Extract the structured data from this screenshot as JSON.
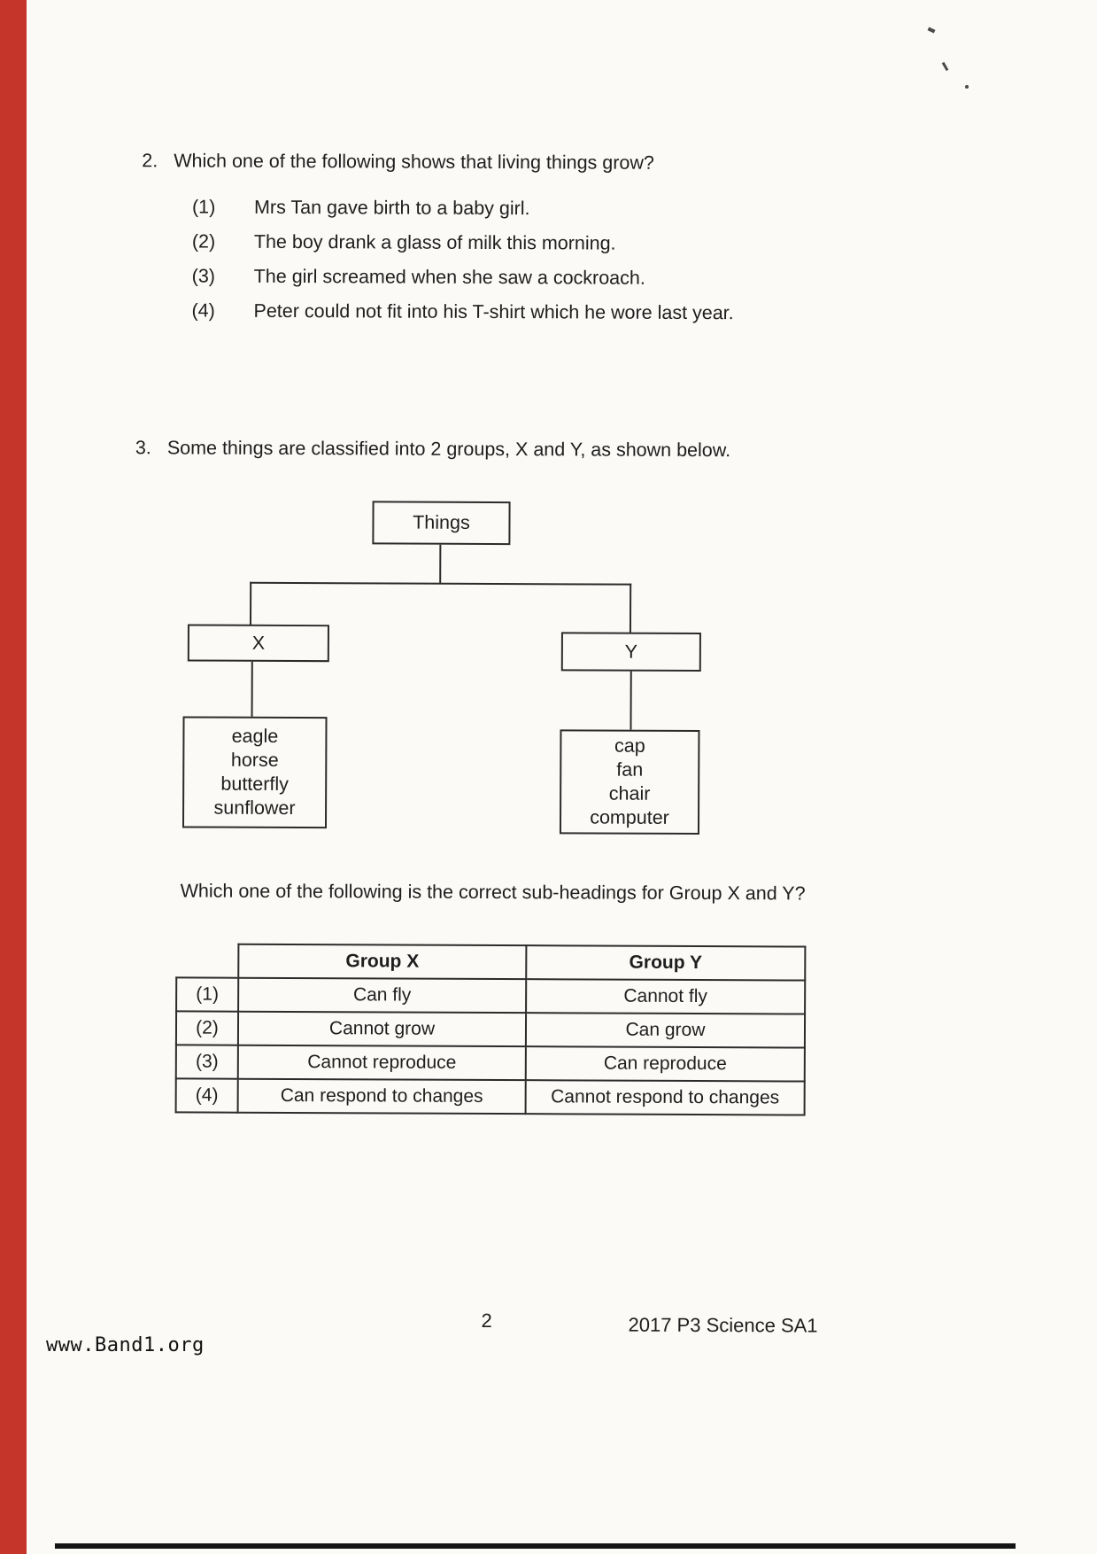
{
  "scan": {
    "stripe_color": "#c63529",
    "paper_color": "#fbfaf7"
  },
  "question2": {
    "number": "2.",
    "text": "Which one of the following shows that living things grow?",
    "options": [
      {
        "label": "(1)",
        "text": "Mrs Tan gave birth to a baby girl."
      },
      {
        "label": "(2)",
        "text": "The boy drank a glass of milk this morning."
      },
      {
        "label": "(3)",
        "text": "The girl screamed when she saw a cockroach."
      },
      {
        "label": "(4)",
        "text": "Peter could not fit into his T-shirt which he wore last year."
      }
    ]
  },
  "question3": {
    "number": "3.",
    "text": "Some things are classified into 2 groups, X and Y, as shown below.",
    "diagram": {
      "root": "Things",
      "group_x": {
        "label": "X",
        "items": [
          "eagle",
          "horse",
          "butterfly",
          "sunflower"
        ]
      },
      "group_y": {
        "label": "Y",
        "items": [
          "cap",
          "fan",
          "chair",
          "computer"
        ]
      }
    },
    "sub_question": "Which one of the following is the correct sub-headings for Group X and Y?",
    "table": {
      "headers": [
        "Group X",
        "Group Y"
      ],
      "rows": [
        {
          "label": "(1)",
          "group_x": "Can fly",
          "group_y": "Cannot fly"
        },
        {
          "label": "(2)",
          "group_x": "Cannot grow",
          "group_y": "Can grow"
        },
        {
          "label": "(3)",
          "group_x": "Cannot reproduce",
          "group_y": "Can reproduce"
        },
        {
          "label": "(4)",
          "group_x": "Can respond to changes",
          "group_y": "Cannot respond to changes"
        }
      ]
    }
  },
  "footer": {
    "page_number": "2",
    "paper_title": "2017 P3 Science SA1",
    "watermark": "www.Band1.org"
  }
}
